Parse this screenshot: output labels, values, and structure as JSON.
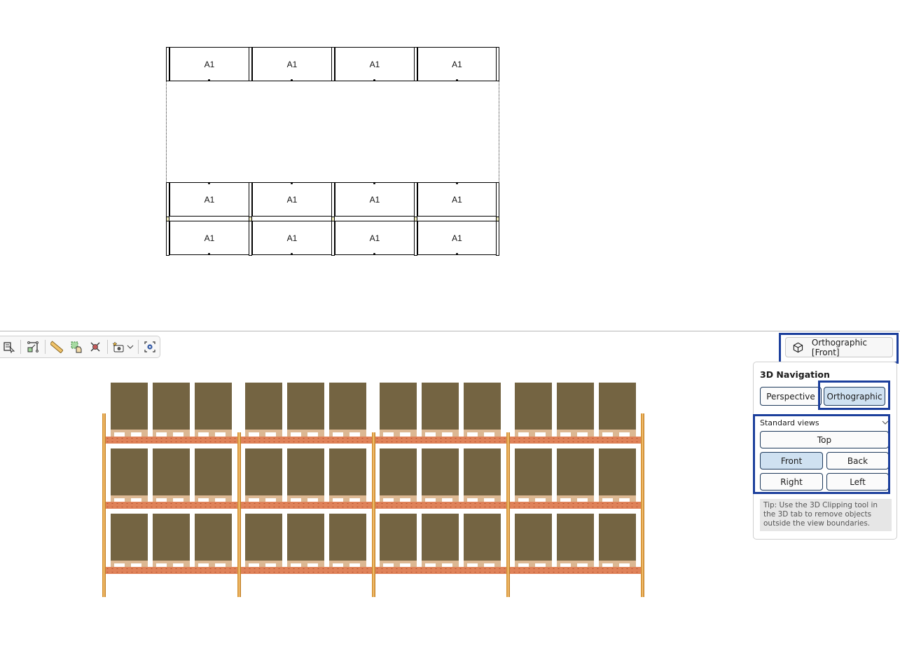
{
  "plan_view": {
    "bay_label": "A1",
    "rows": [
      {
        "name": "top-row",
        "bays": [
          "A1",
          "A1",
          "A1",
          "A1"
        ]
      },
      {
        "name": "middle-row",
        "bays": [
          "A1",
          "A1",
          "A1",
          "A1"
        ]
      },
      {
        "name": "bottom-row",
        "bays": [
          "A1",
          "A1",
          "A1",
          "A1"
        ]
      }
    ]
  },
  "toolbar": {
    "icons": [
      "select-icon",
      "dimension-icon",
      "measure-ruler-icon",
      "copy-selection-icon",
      "delete-x-icon",
      "camera-icon",
      "chevron-down-icon",
      "focus-target-icon"
    ]
  },
  "view_mode_button": {
    "icon": "cube-icon",
    "label": "Orthographic [Front]"
  },
  "navigation_panel": {
    "title": "3D Navigation",
    "projection": {
      "options": [
        "Perspective",
        "Orthographic"
      ],
      "selected": "Orthographic"
    },
    "standard_views": {
      "label": "Standard views",
      "buttons": {
        "top": "Top",
        "front": "Front",
        "back": "Back",
        "right": "Right",
        "left": "Left"
      },
      "selected": "Front"
    },
    "tip": "Tip: Use the 3D Clipping tool in the 3D tab to remove objects outside the view boundaries."
  },
  "rack_3d": {
    "bays": 4,
    "levels": 3,
    "loads_per_level": 3,
    "colors": {
      "load": "#746442",
      "pallet": "#dcb893",
      "beam": "#df8259",
      "upright": "#e8a64a"
    }
  },
  "highlight_color": "#1c3f9c",
  "active_button_color": "#cfe1f1"
}
